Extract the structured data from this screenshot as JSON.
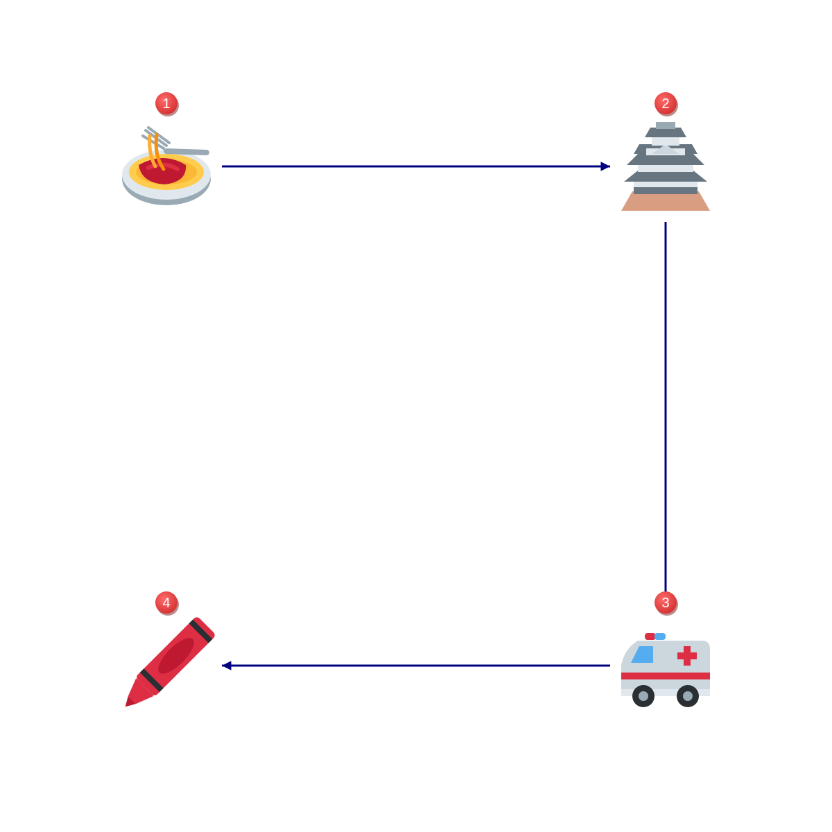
{
  "diagram": {
    "edge_color": "#000080",
    "badge_color": "#e53935",
    "nodes": [
      {
        "badge": "1",
        "icon": "spaghetti-icon"
      },
      {
        "badge": "2",
        "icon": "japanese-castle-icon"
      },
      {
        "badge": "3",
        "icon": "ambulance-icon"
      },
      {
        "badge": "4",
        "icon": "crayon-icon"
      }
    ],
    "edges": [
      {
        "from": "1",
        "to": "2"
      },
      {
        "from": "2",
        "to": "3"
      },
      {
        "from": "3",
        "to": "4"
      }
    ]
  }
}
